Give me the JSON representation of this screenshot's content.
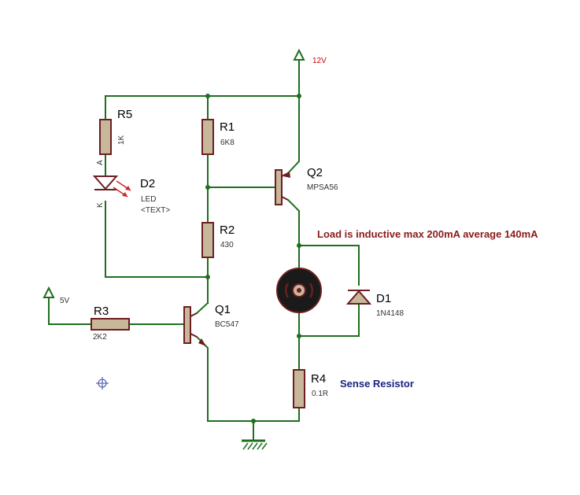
{
  "supplies": {
    "v12": "12V",
    "v5": "5V"
  },
  "components": {
    "r5": {
      "ref": "R5",
      "value": "1K"
    },
    "r1": {
      "ref": "R1",
      "value": "6K8"
    },
    "r2": {
      "ref": "R2",
      "value": "430"
    },
    "r3": {
      "ref": "R3",
      "value": "2K2"
    },
    "r4": {
      "ref": "R4",
      "value": "0.1R"
    },
    "q1": {
      "ref": "Q1",
      "value": "BC547"
    },
    "q2": {
      "ref": "Q2",
      "value": "MPSA56"
    },
    "d1": {
      "ref": "D1",
      "value": "1N4148"
    },
    "d2": {
      "ref": "D2",
      "value": "LED",
      "text": "<TEXT>",
      "pin_a": "A",
      "pin_k": "K"
    }
  },
  "notes": {
    "load": "Load is inductive max 200mA average 140mA",
    "sense": "Sense Resistor"
  },
  "colors": {
    "wire": "#1f6f1f",
    "component": "#6b1f1f",
    "resistor_fill": "#c8b79a",
    "supply_label": "#cc0000",
    "load_note": "#8b1a1a",
    "sense_note": "#1a237e"
  }
}
